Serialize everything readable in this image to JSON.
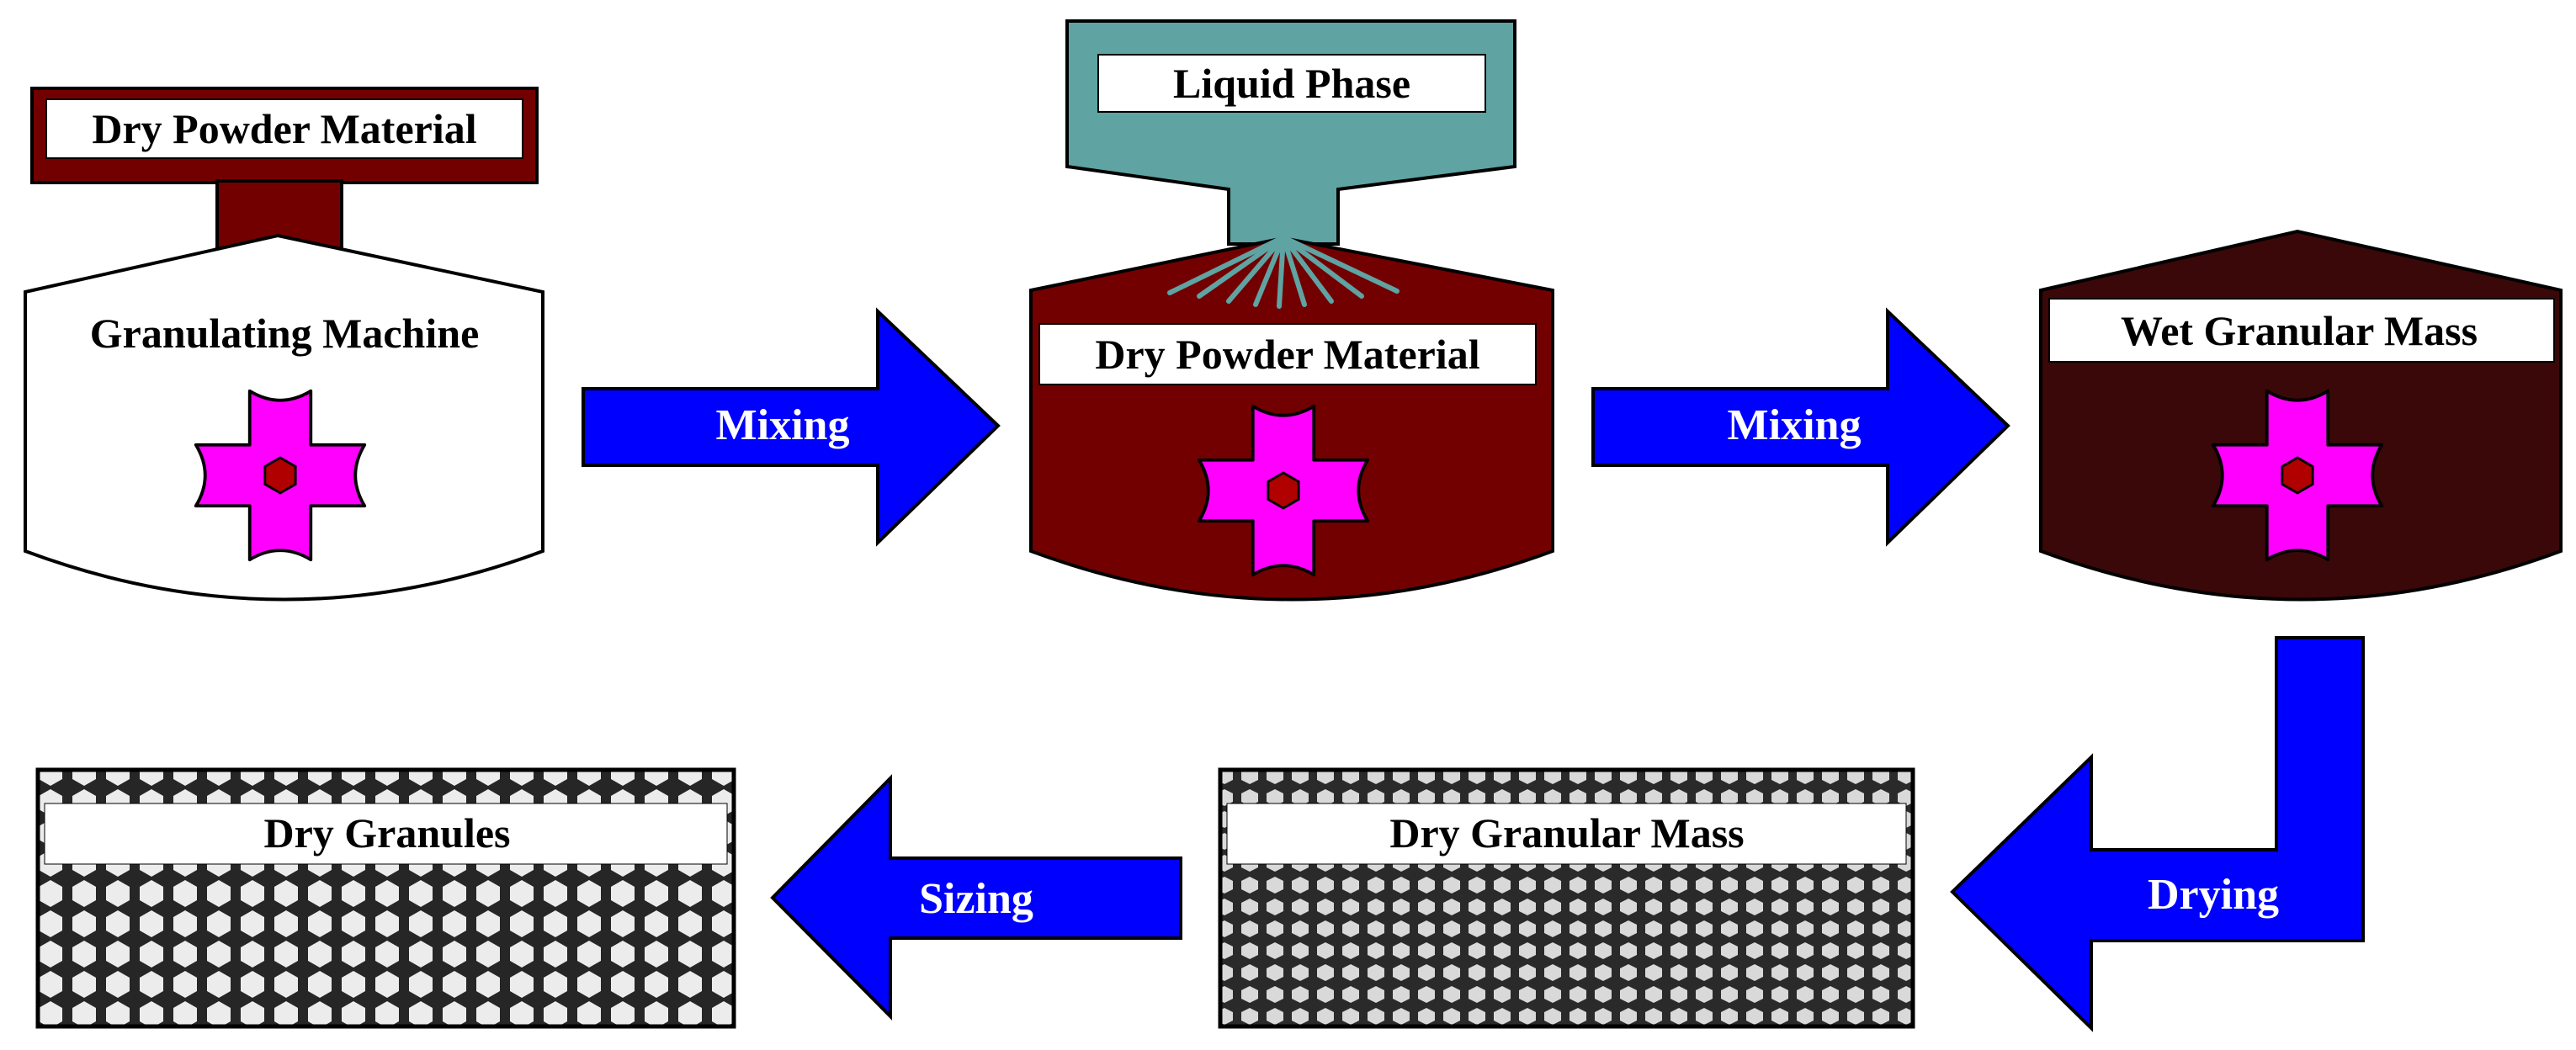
{
  "stage1": {
    "hopper_label": "Dry Powder Material",
    "machine_label": "Granulating Machine"
  },
  "stage2": {
    "hopper_label": "Liquid Phase",
    "machine_label": "Dry Powder Material"
  },
  "stage3": {
    "machine_label": "Wet Granular Mass"
  },
  "stage4": {
    "tray_label": "Dry Granular Mass"
  },
  "stage5": {
    "tray_label": "Dry Granules"
  },
  "arrows": {
    "mixing_1": "Mixing",
    "mixing_2": "Mixing",
    "drying": "Drying",
    "sizing": "Sizing"
  },
  "colors": {
    "powder_maroon": "#730000",
    "wet_mass_dark": "#3a0808",
    "liquid_teal": "#5fa3a3",
    "arrow_blue": "#0000ff",
    "impeller_magenta": "#ff00ff",
    "impeller_hub": "#b00000"
  },
  "icons": {
    "impeller": "impeller-blade-icon"
  }
}
